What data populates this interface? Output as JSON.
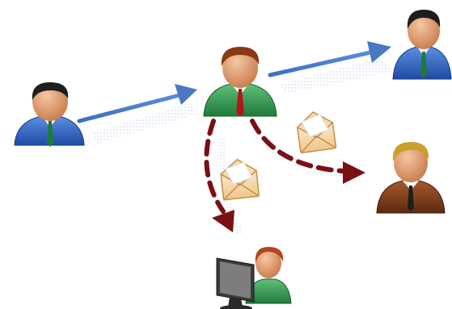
{
  "diagram": {
    "colors": {
      "background": "#ffffff",
      "solid_arrow": "#4a78c2",
      "dashed_arrow": "#7a0f14",
      "envelope": "#f3d9a6",
      "envelope_edge": "#c48f4a",
      "suit_blue": "#2f63c6",
      "suit_green": "#2f9a4a",
      "suit_brown": "#7a3a18"
    },
    "people": [
      {
        "id": "sender",
        "role": "person",
        "suit": "blue",
        "tie": "green",
        "hair": "dark"
      },
      {
        "id": "relay",
        "role": "person",
        "suit": "green",
        "tie": "red",
        "hair": "brown"
      },
      {
        "id": "recipient-top-right",
        "role": "person",
        "suit": "blue",
        "tie": "green",
        "hair": "dark"
      },
      {
        "id": "recipient-right",
        "role": "person",
        "suit": "brown",
        "tie": "dark",
        "hair": "blond"
      },
      {
        "id": "recipient-computer",
        "role": "computer-user",
        "suit": "green",
        "tie": "none",
        "hair": "auburn"
      }
    ],
    "connections": [
      {
        "from": "sender",
        "to": "relay",
        "style": "solid"
      },
      {
        "from": "relay",
        "to": "recipient-top-right",
        "style": "solid"
      },
      {
        "from": "relay",
        "to": "recipient-right",
        "style": "dashed",
        "carries": "envelope-icon"
      },
      {
        "from": "relay",
        "to": "recipient-computer",
        "style": "dashed",
        "carries": "envelope-icon"
      }
    ]
  }
}
